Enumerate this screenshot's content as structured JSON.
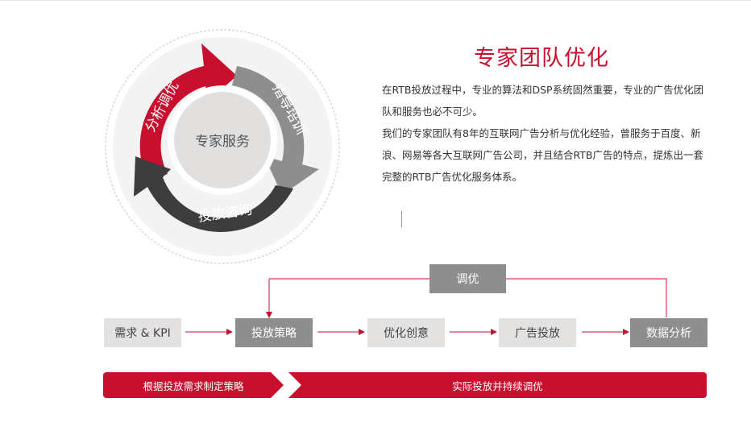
{
  "cycle": {
    "center_label": "专家服务",
    "segments": {
      "analyze": "分析调优",
      "guide": "指导培训",
      "consult": "投放咨询"
    }
  },
  "info": {
    "title": "专家团队优化",
    "paragraphs": [
      "在RTB投放过程中，专业的算法和DSP系统固然重要，专业的广告优化团队和服务也必不可少。",
      "我们的专家团队有8年的互联网广告分析与优化经验，曾服务于百度、新浪、网易等各大互联网广告公司，并且结合RTB广告的特点，提炼出一套完整的RTB广告优化服务体系。"
    ]
  },
  "flow": {
    "loop_label": "调优",
    "steps": [
      "需求 & KPI",
      "投放策略",
      "优化创意",
      "广告投放",
      "数据分析"
    ]
  },
  "banners": {
    "left": "根据投放需求制定策略",
    "right": "实际投放并持续调优"
  },
  "colors": {
    "accent": "#c8102e",
    "gray_segment": "#8e8e8e",
    "dark_segment": "#3d3d3d",
    "light_box": "#e4e1e1"
  }
}
